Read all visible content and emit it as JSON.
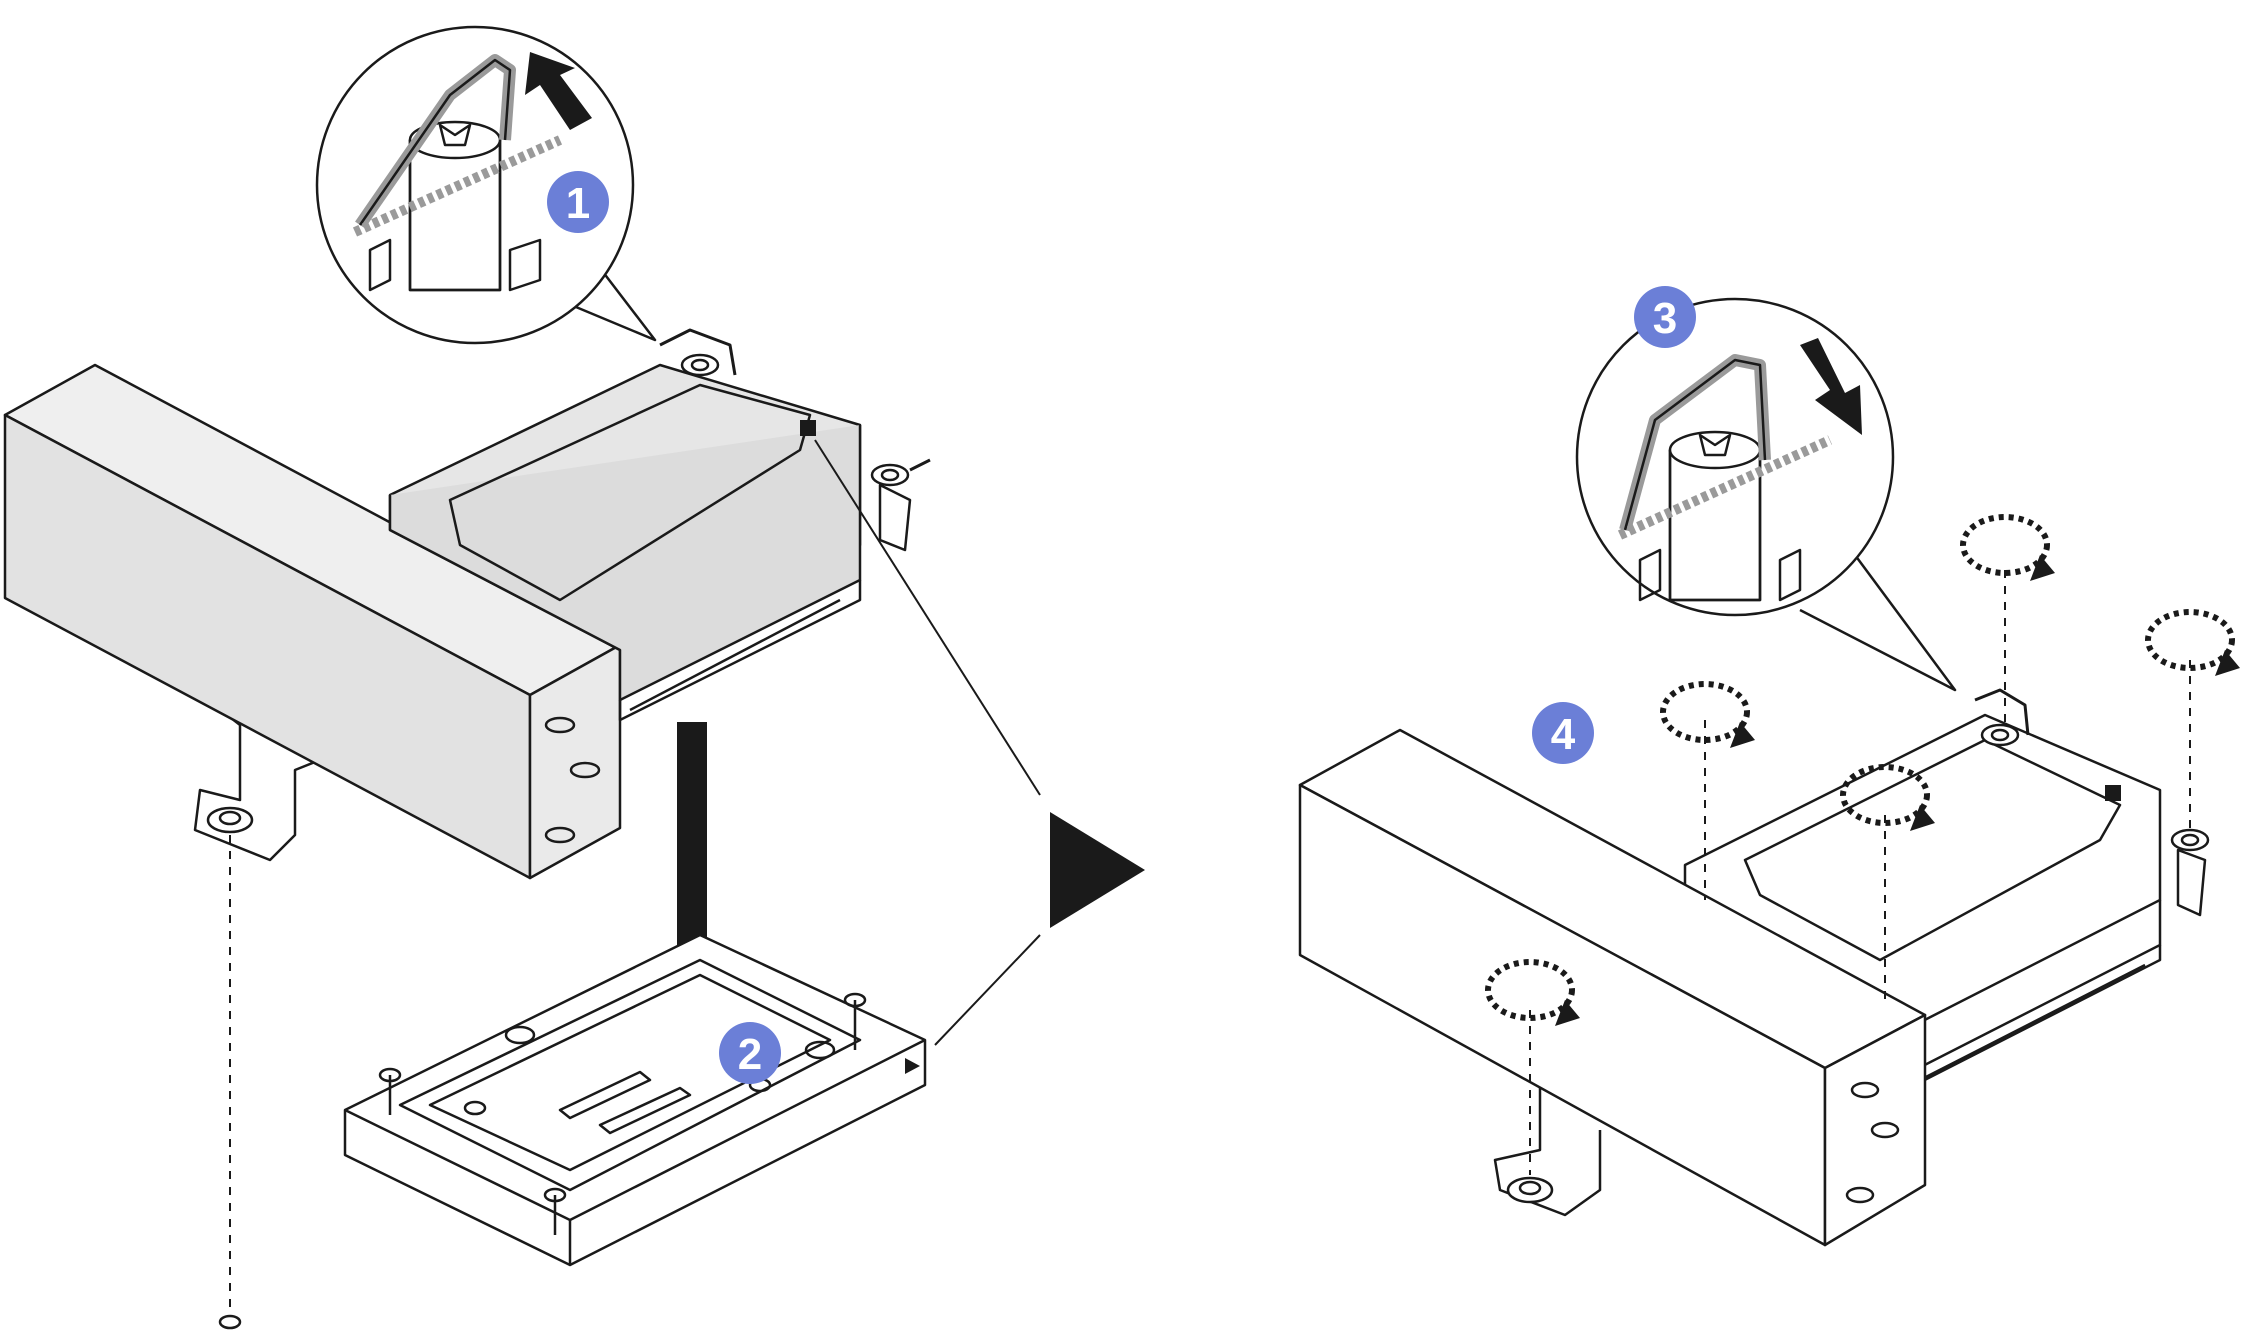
{
  "colors": {
    "line": "#1a1a1a",
    "body_fill": "#e6e6e6",
    "white": "#ffffff",
    "badge": "#6b7fd7",
    "handle": "#9a9a9a"
  },
  "steps": [
    {
      "label": "1"
    },
    {
      "label": "2"
    },
    {
      "label": "3"
    },
    {
      "label": "4"
    }
  ],
  "icons": {
    "transition": "triangle-right-icon",
    "rotate": "rotate-clockwise-icon",
    "push_down": "arrow-down-icon",
    "lift": "arrow-up-icon"
  }
}
